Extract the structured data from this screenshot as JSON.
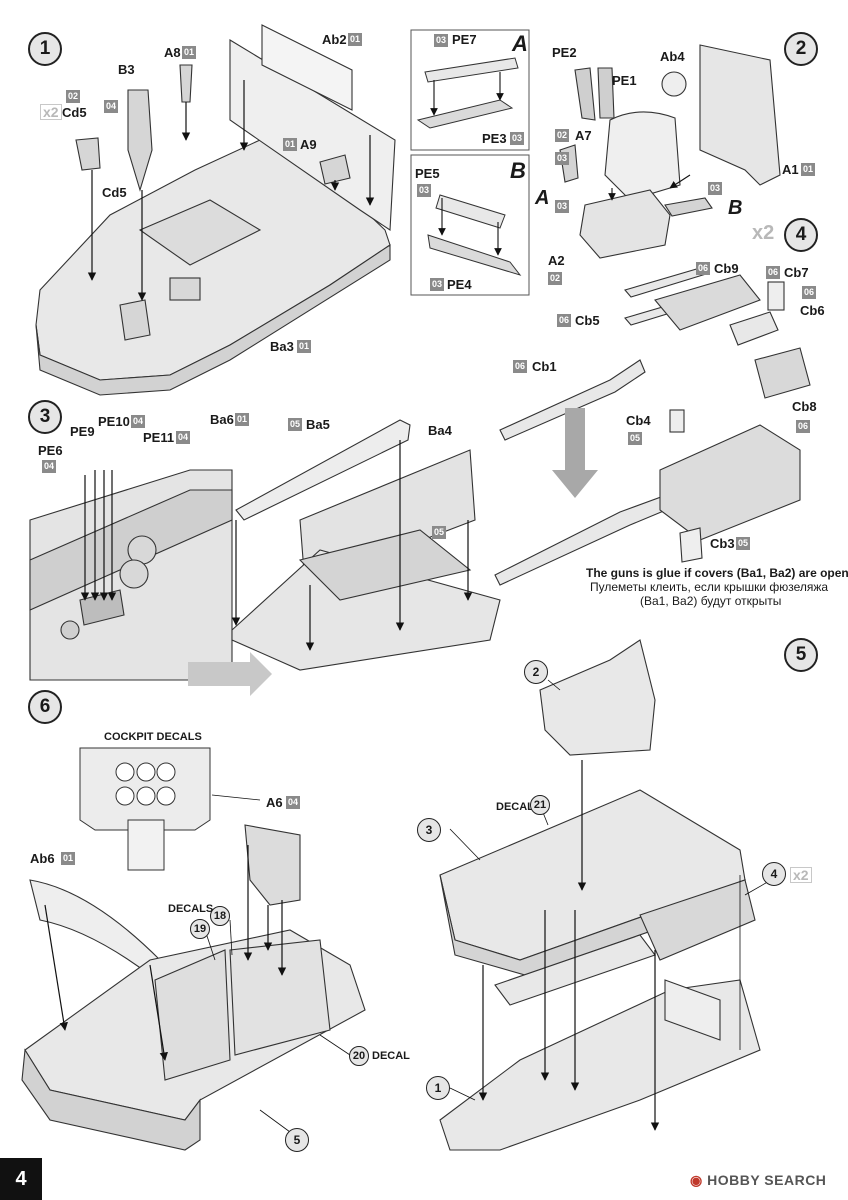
{
  "page_number": "4",
  "watermark": "HOBBY SEARCH",
  "step1": {
    "number": "1",
    "parts": [
      {
        "id": "A8",
        "sprue": "01"
      },
      {
        "id": "Ab2",
        "sprue": "01"
      },
      {
        "id": "B3",
        "sprue": ""
      },
      {
        "id": "Cd5",
        "sprue": "02"
      },
      {
        "id": "Cd5",
        "sprue": ""
      },
      {
        "id": "A9",
        "sprue": "01"
      },
      {
        "id": "Ba3",
        "sprue": "01"
      }
    ],
    "b3_sprue": "04",
    "multiplier": "x2"
  },
  "inset_a": {
    "letter": "A",
    "parts": [
      {
        "id": "PE7",
        "sprue": "03"
      },
      {
        "id": "PE3",
        "sprue": "03"
      }
    ]
  },
  "inset_b": {
    "letter": "B",
    "parts": [
      {
        "id": "PE5",
        "sprue": "03"
      },
      {
        "id": "PE4",
        "sprue": "03"
      }
    ]
  },
  "step2": {
    "number": "2",
    "parts": [
      {
        "id": "PE2",
        "sprue": ""
      },
      {
        "id": "PE1",
        "sprue": ""
      },
      {
        "id": "Ab4",
        "sprue": ""
      },
      {
        "id": "A7",
        "sprue": "02"
      },
      {
        "id": "A1",
        "sprue": "01"
      },
      {
        "id": "A2",
        "sprue": "02"
      }
    ],
    "sprue_tags": [
      "03",
      "03",
      "03"
    ],
    "letters": [
      "A",
      "B"
    ]
  },
  "step4": {
    "number": "4",
    "multiplier": "x2",
    "parts": [
      {
        "id": "Cb9",
        "sprue": "06"
      },
      {
        "id": "Cb7",
        "sprue": "06"
      },
      {
        "id": "Cb5",
        "sprue": "06"
      },
      {
        "id": "Cb6",
        "sprue": "06"
      },
      {
        "id": "Cb1",
        "sprue": "06"
      },
      {
        "id": "Cb8",
        "sprue": ""
      },
      {
        "id": "Cb4",
        "sprue": "05"
      },
      {
        "id": "Cb3",
        "sprue": "05"
      }
    ],
    "cb8_sprue": "06",
    "note_en": "The guns is glue  if covers (Ba1, Ba2) are open",
    "note_ru_1": "Пулеметы клеить, если крышки фюзеляжа",
    "note_ru_2": "(Ba1, Ba2)  будут открыты"
  },
  "step3": {
    "number": "3",
    "parts": [
      {
        "id": "PE10",
        "sprue": "04"
      },
      {
        "id": "PE9",
        "sprue": ""
      },
      {
        "id": "PE11",
        "sprue": "04"
      },
      {
        "id": "PE6",
        "sprue": "04"
      },
      {
        "id": "Ba6",
        "sprue": "01"
      },
      {
        "id": "Ba5",
        "sprue": "05"
      },
      {
        "id": "Ba4",
        "sprue": ""
      }
    ],
    "ba4_sprue": "05"
  },
  "step5": {
    "number": "5",
    "callouts": [
      "2",
      "3",
      "4",
      "1"
    ],
    "decal_label": "DECAL",
    "decal_num": "21",
    "multiplier": "x2"
  },
  "step6": {
    "number": "6",
    "cockpit_decals": "COCKPIT DECALS",
    "parts": [
      {
        "id": "A6",
        "sprue": "04"
      },
      {
        "id": "Ab6",
        "sprue": "01"
      }
    ],
    "decals_label": "DECALS",
    "decal_18": "18",
    "decal_19": "19",
    "decal_20": "20",
    "decal_20_label": "DECAL",
    "callout": "5"
  },
  "colors": {
    "part_fill": "#e8e8e8",
    "part_stroke": "#333333",
    "sprue_tag": "#8a8a8a",
    "arrow": "#a0a0a0"
  }
}
